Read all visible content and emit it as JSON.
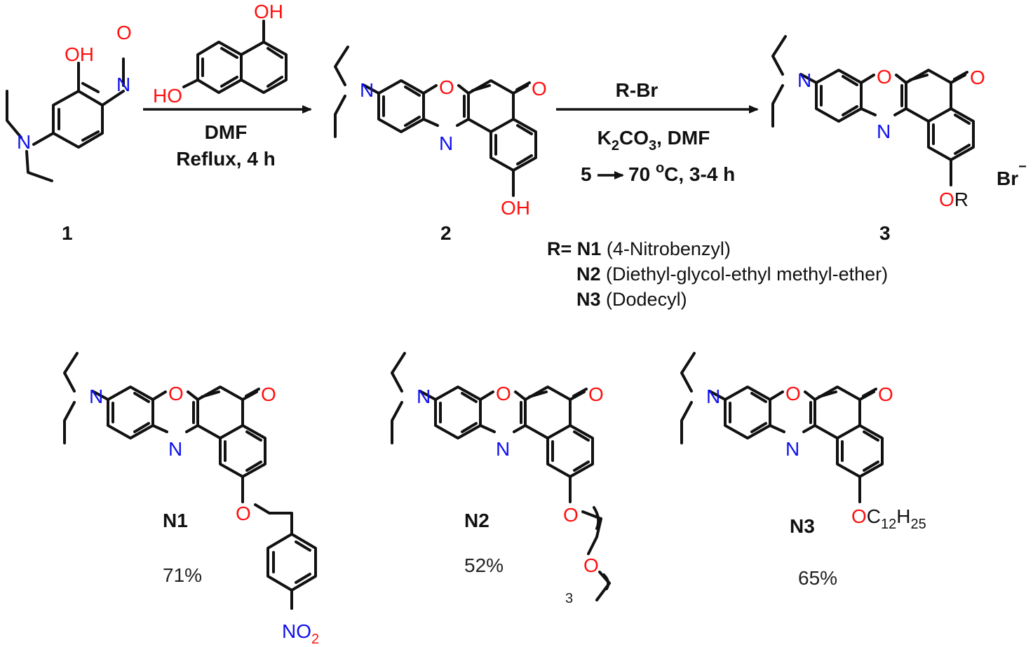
{
  "scheme": {
    "compounds": {
      "c1": "1",
      "c2": "2",
      "c3": "3"
    },
    "reaction1": {
      "solvent": "DMF",
      "conditions": "Reflux, 4 h"
    },
    "reaction2": {
      "reagent": "R-Br",
      "base_prefix": "K",
      "base_sub": "2",
      "base_mid": "CO",
      "base_sub2": "3",
      "base_suffix": ", DMF",
      "temp_start": "5",
      "temp_end": "70 ",
      "temp_deg": "o",
      "temp_unit": "C, 3-4 h"
    },
    "counter_ion": {
      "symbol": "Br",
      "charge": "−"
    },
    "r_definitions": {
      "prefix": "R=",
      "items": [
        {
          "code": "N1",
          "name": "(4-Nitrobenzyl)"
        },
        {
          "code": "N2",
          "name": "(Diethyl-glycol-ethyl methyl-ether)"
        },
        {
          "code": "N3",
          "name": "(Dodecyl)"
        }
      ]
    },
    "products": [
      {
        "code": "N1",
        "yield": "71%"
      },
      {
        "code": "N2",
        "yield": "52%"
      },
      {
        "code": "N3",
        "yield": "65%"
      }
    ],
    "atom_labels": {
      "O": "O",
      "N": "N",
      "OH": "OH",
      "HO": "HO",
      "OR": "OR",
      "OC": "OC",
      "c12": "12",
      "H": "H",
      "c25": "25",
      "NO": "NO",
      "no2_sub": "2",
      "repeat": "3"
    }
  }
}
